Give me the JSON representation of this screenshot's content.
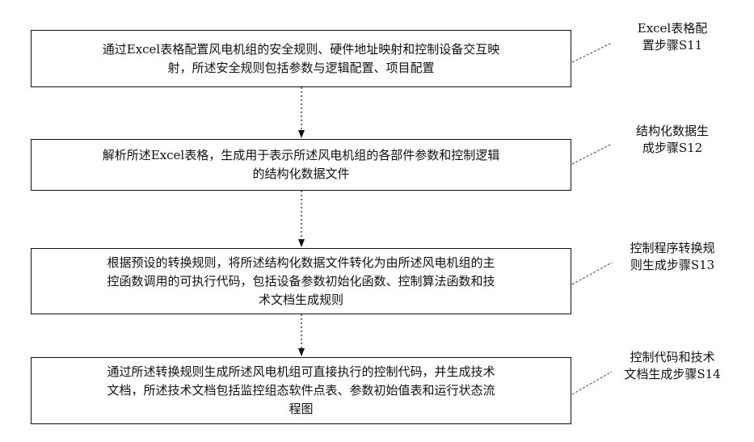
{
  "steps": [
    {
      "lines": [
        "通过Excel表格配置风电机组的安全规则、硬件地址映射和控制设备交互映",
        "射，所述安全规则包括参数与逻辑配置、项目配置"
      ],
      "label_lines": [
        "Excel表格配",
        "置步骤S11"
      ]
    },
    {
      "lines": [
        "解析所述Excel表格，生成用于表示所述风电机组的各部件参数和控制逻辑",
        "的结构化数据文件"
      ],
      "label_lines": [
        "结构化数据生",
        "成步骤S12"
      ]
    },
    {
      "lines": [
        "根据预设的转换规则，将所述结构化数据文件转化为由所述风电机组的主",
        "控函数调用的可执行代码，包括设备参数初始化函数、控制算法函数和技",
        "术文档生成规则"
      ],
      "label_lines": [
        "控制程序转换规",
        "则生成步骤S13"
      ]
    },
    {
      "lines": [
        "通过所述转换规则生成所述风电机组可直接执行的控制代码，并生成技术",
        "文档，所述技术文档包括监控组态软件点表、参数初始值表和运行状态流",
        "程图"
      ],
      "label_lines": [
        "控制代码和技术",
        "文档生成步骤S14"
      ]
    }
  ]
}
